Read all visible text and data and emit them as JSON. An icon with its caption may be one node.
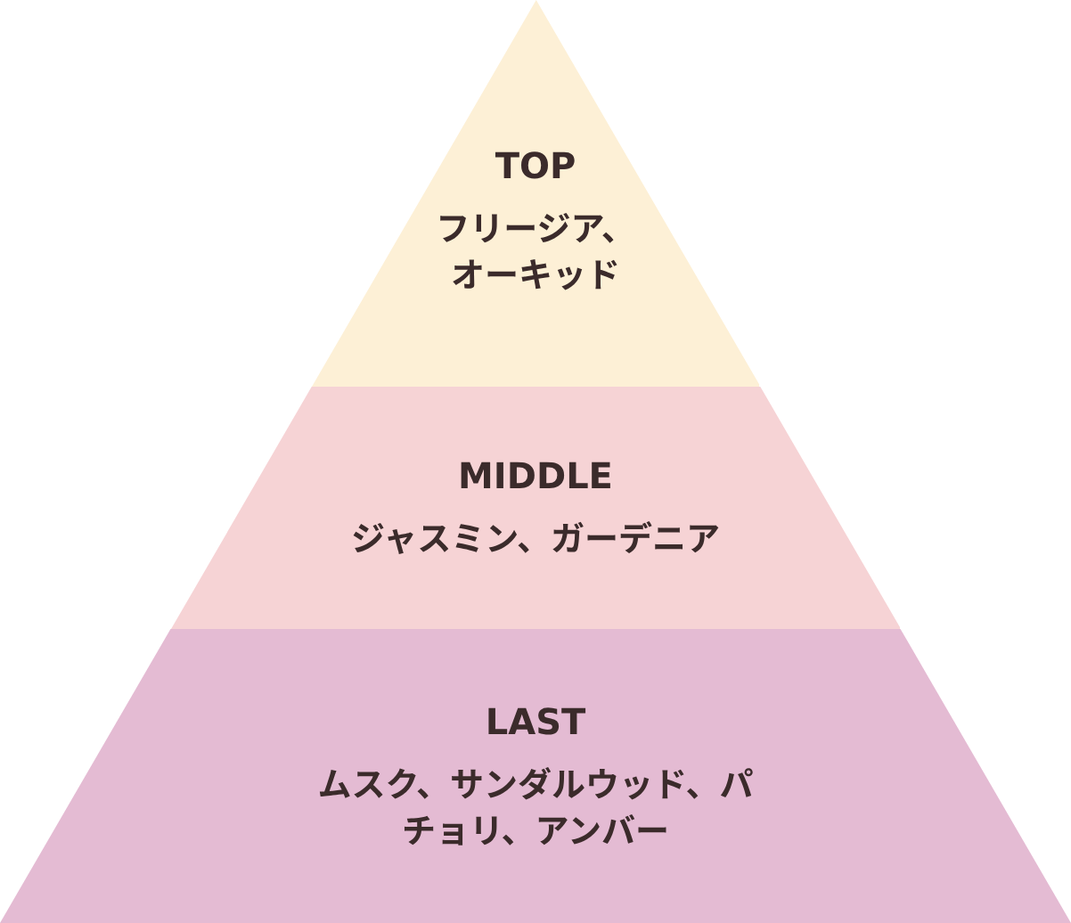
{
  "diagram": {
    "nodes": [
      {
        "text": [
          "TOP",
          "フリージア、オーキッド"
        ]
      },
      {
        "text": [
          "MIDDLE",
          "ジャスミン、ガーデニア"
        ]
      },
      {
        "text": [
          "LAST",
          "ムスク、サンダルウッド、パチョリ、アンバー"
        ]
      }
    ]
  }
}
